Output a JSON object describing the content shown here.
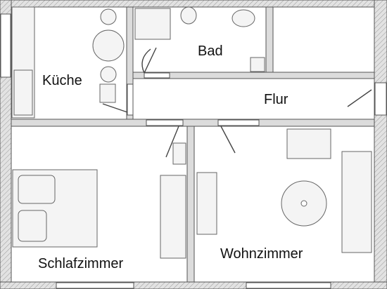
{
  "rooms": {
    "kueche": "Küche",
    "bad": "Bad",
    "flur": "Flur",
    "schlafzimmer": "Schlafzimmer",
    "wohnzimmer": "Wohnzimmer"
  },
  "colors": {
    "wall": "#d9d9d9",
    "wall_stroke": "#555555",
    "line": "#666666",
    "furniture": "#f4f4f4",
    "door_swing": "#444444"
  }
}
